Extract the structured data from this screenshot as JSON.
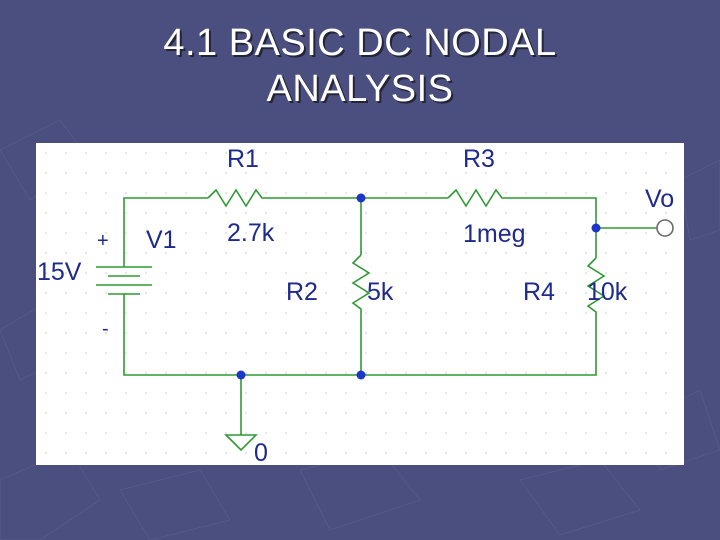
{
  "slide": {
    "title_line1": "4.1  BASIC DC NODAL",
    "title_line2": "ANALYSIS"
  },
  "circuit": {
    "source": {
      "name": "V1",
      "value": "15V",
      "plus": "+",
      "minus": "-"
    },
    "r1": {
      "name": "R1",
      "value": "2.7k"
    },
    "r2": {
      "name": "R2",
      "value": "5k"
    },
    "r3": {
      "name": "R3",
      "value": "1meg"
    },
    "r4": {
      "name": "R4",
      "value": "10k"
    },
    "output_label": "Vo",
    "ground_label": "0"
  },
  "colors": {
    "background": "#4b4f7f",
    "wire": "#2f9a34",
    "label": "#1e2a8c",
    "node": "#1b36c8"
  }
}
